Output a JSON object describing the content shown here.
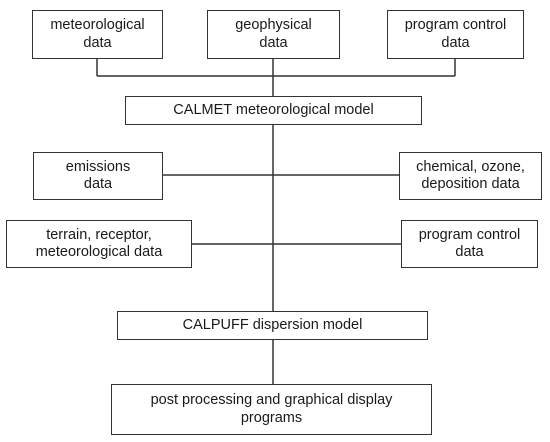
{
  "diagram": {
    "nodes": {
      "meteorological_data": "meteorological\ndata",
      "geophysical_data": "geophysical\ndata",
      "program_control_data_top": "program control\ndata",
      "calmet": "CALMET meteorological model",
      "emissions_data": "emissions\ndata",
      "chemical_data": "chemical, ozone,\ndeposition data",
      "terrain_data": "terrain, receptor,\nmeteorological data",
      "program_control_data_mid": "program control\ndata",
      "calpuff": "CALPUFF dispersion model",
      "post_processing": "post processing and graphical display\nprograms"
    }
  }
}
